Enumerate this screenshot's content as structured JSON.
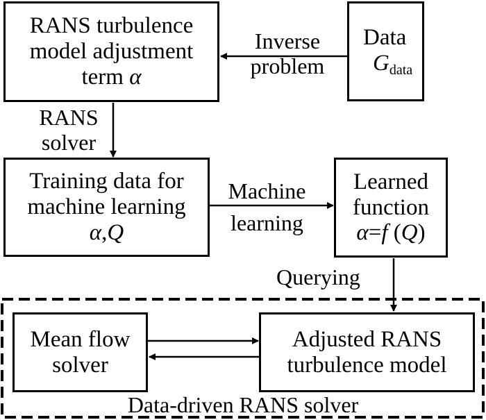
{
  "boxes": {
    "adjustment": {
      "line1": "RANS turbulence",
      "line2": "model adjustment",
      "line3_text": "term ",
      "line3_var": "α"
    },
    "data": {
      "line1": "Data",
      "var": "G",
      "sub": "data"
    },
    "training": {
      "line1": "Training data for",
      "line2": "machine learning",
      "var1": "α",
      "sep": ",",
      "var2": "Q"
    },
    "learned": {
      "line1": "Learned",
      "line2": "function",
      "a": "α",
      "eq": "=",
      "f": "f",
      "open": " (",
      "q": "Q",
      "close": ")"
    },
    "mean_flow": {
      "line1": "Mean flow",
      "line2": "solver"
    },
    "adjusted": {
      "line1": "Adjusted RANS",
      "line2": "turbulence model"
    }
  },
  "labels": {
    "inverse": {
      "line1": "Inverse",
      "line2": "problem"
    },
    "rans_solver": {
      "line1": "RANS",
      "line2": "solver"
    },
    "machine": {
      "line1": "Machine",
      "line2": "learning"
    },
    "querying": "Querying",
    "region": "Data-driven RANS solver"
  }
}
